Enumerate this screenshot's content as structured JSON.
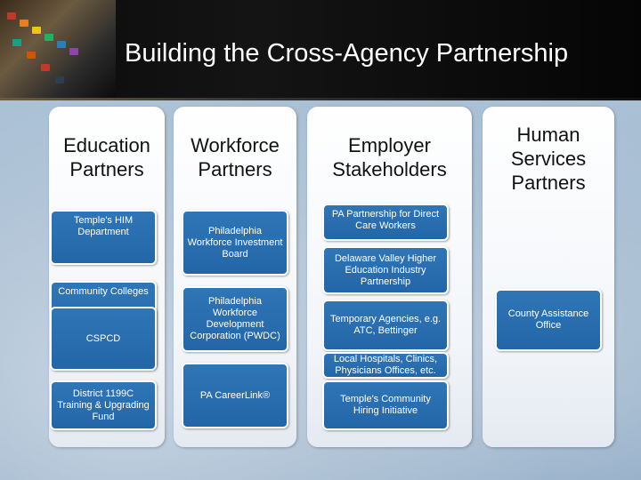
{
  "slide": {
    "title": "Building the Cross-Agency Partnership"
  },
  "columns": [
    {
      "heading_line1": "Education",
      "heading_line2": "Partners",
      "cards": [
        "Temple's HIM Department",
        "Community Colleges",
        "CSPCD",
        "District 1199C Training & Upgrading Fund"
      ]
    },
    {
      "heading_line1": "Workforce",
      "heading_line2": "Partners",
      "cards": [
        "Philadelphia Workforce Investment Board",
        "Philadelphia Workforce Development Corporation (PWDC)",
        "PA CareerLink®"
      ]
    },
    {
      "heading_line1": "Employer",
      "heading_line2": "Stakeholders",
      "cards": [
        "PA Partnership for Direct Care Workers",
        "Delaware Valley Higher Education Industry Partnership",
        "Temporary Agencies, e.g. ATC, Bettinger",
        "Local Hospitals, Clinics, Physicians Offices, etc.",
        "Temple's Community Hiring Initiative"
      ]
    },
    {
      "heading_line1": "Human",
      "heading_line2": "Services",
      "heading_line3": "Partners",
      "cards": [
        "County Assistance Office"
      ]
    }
  ]
}
